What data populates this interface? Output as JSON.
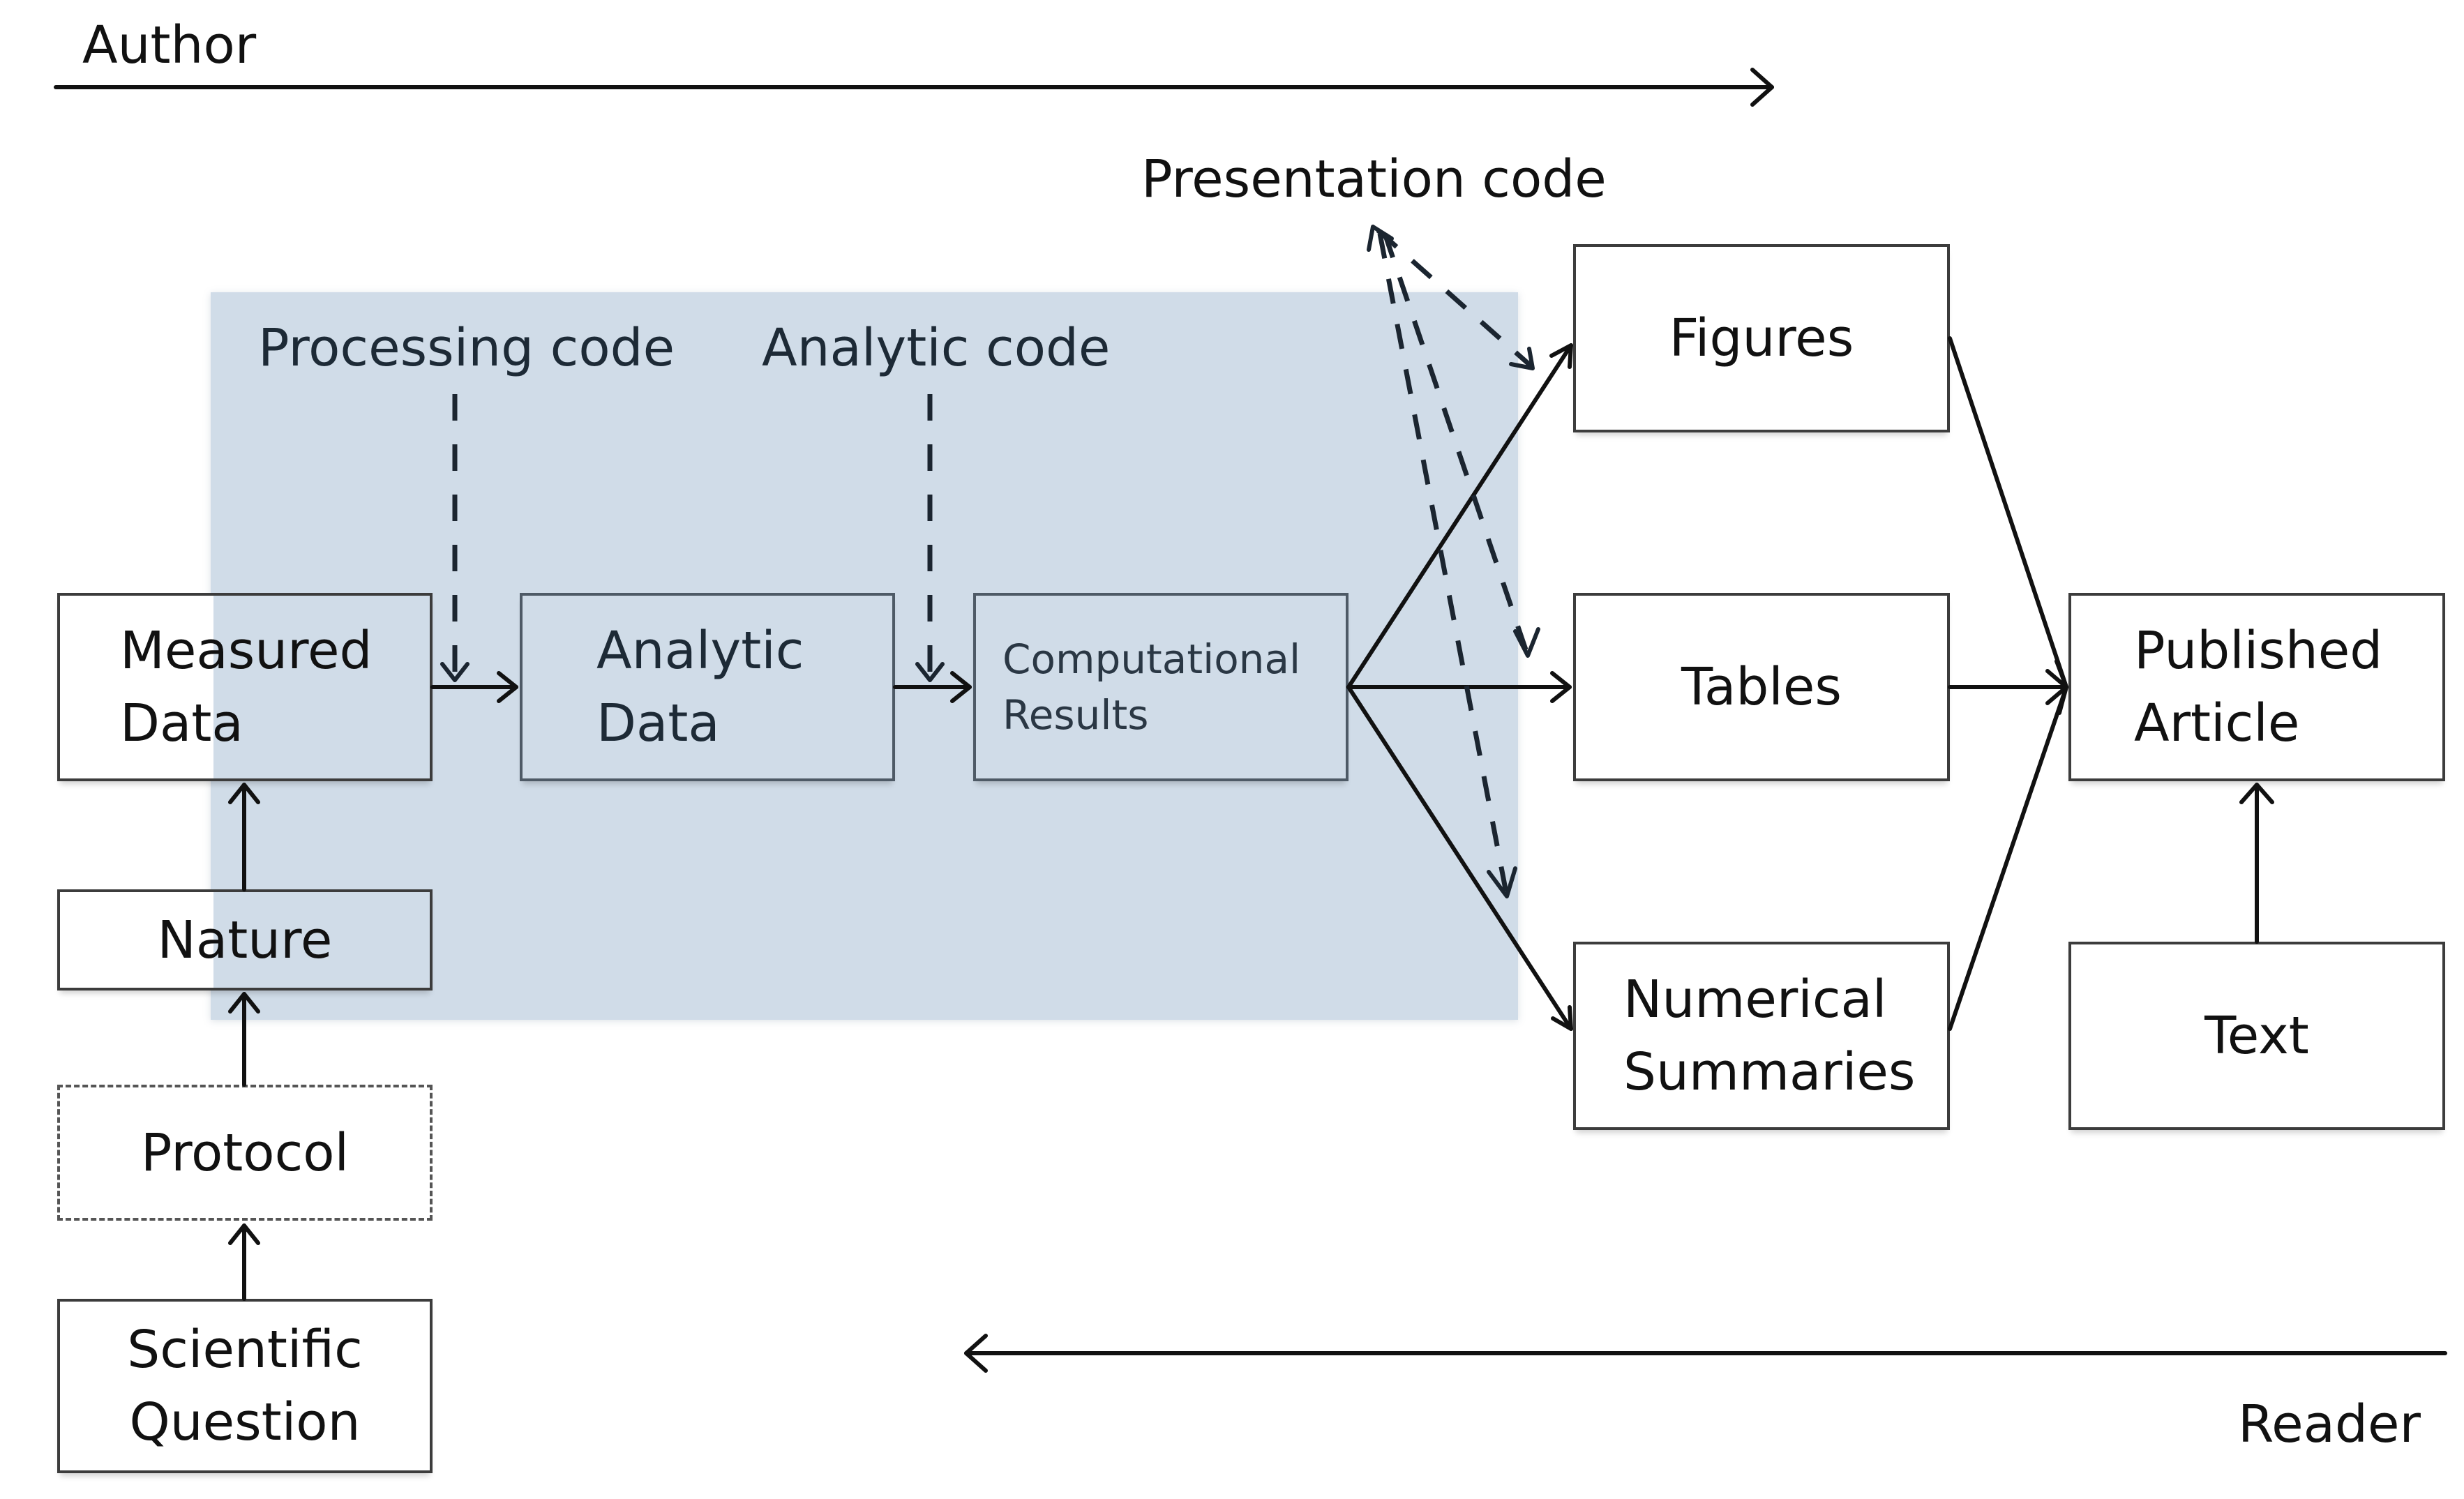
{
  "flow": {
    "author_label": "Author",
    "reader_label": "Reader"
  },
  "code_labels": {
    "presentation": "Presentation code",
    "processing": "Processing code",
    "analytic": "Analytic code"
  },
  "nodes": {
    "measured_data": "Measured\nData",
    "analytic_data": "Analytic\nData",
    "computational_results": "Computational\nResults",
    "figures": "Figures",
    "tables": "Tables",
    "numerical_summaries": "Numerical\nSummaries",
    "published_article": "Published\nArticle",
    "text": "Text",
    "nature": "Nature",
    "protocol": "Protocol",
    "scientific_question": "Scientific\nQuestion"
  },
  "colors": {
    "panel": "#d0dce8",
    "line": "#111111",
    "dashed_line": "#1b2530"
  }
}
